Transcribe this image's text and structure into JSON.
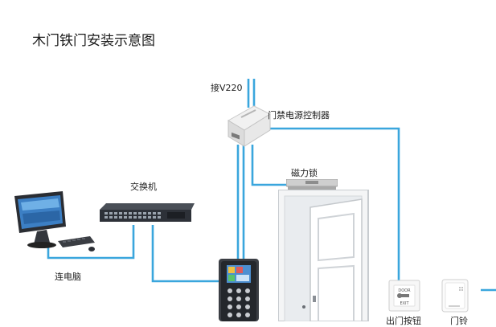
{
  "title": "木门铁门安装示意图",
  "labels": {
    "power_input": "接V220",
    "power_controller": "门禁电源控制器",
    "switch": "交换机",
    "magnetic_lock": "磁力锁",
    "computer": "连电脑",
    "exit_button": "出门按钮",
    "doorbell": "门铃"
  },
  "device_text": {
    "exit_button_top": "DOOR",
    "exit_button_bottom": "EXIT"
  },
  "colors": {
    "wire": "#3aa6dd",
    "accent": "#1e8fd0"
  }
}
